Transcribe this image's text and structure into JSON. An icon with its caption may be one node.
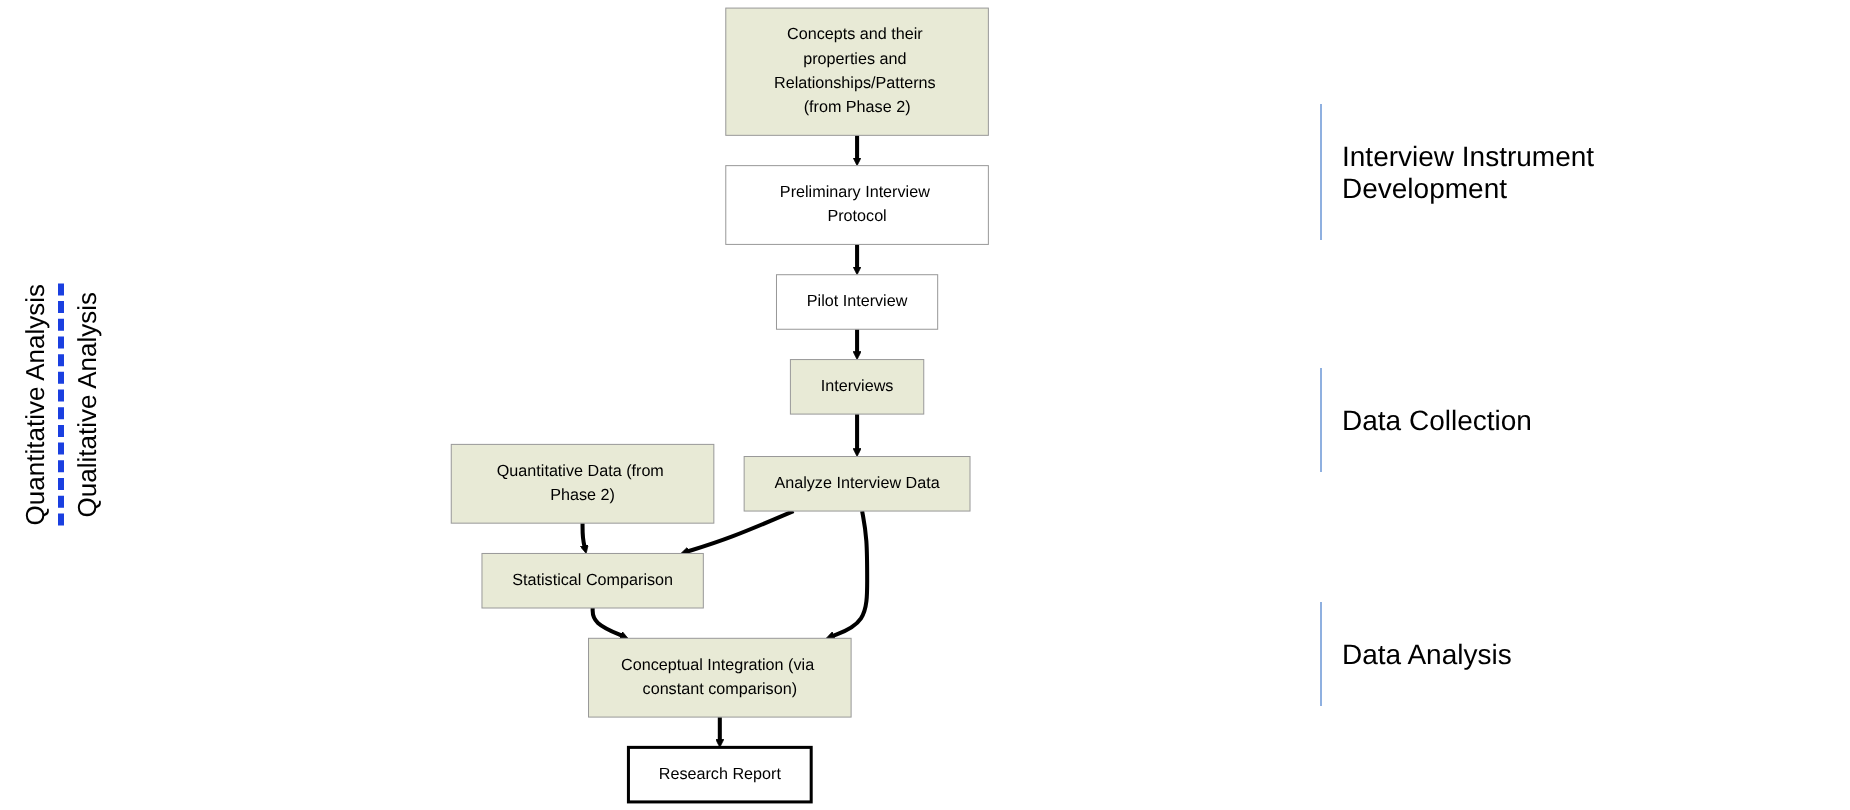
{
  "diagram": {
    "nodes": [
      {
        "text": [
          "Quantitative Data (from Phase 2)"
        ]
      },
      {
        "text": [
          "Concepts and their properties and Relationships/Patterns (from Phase 2)"
        ]
      },
      {
        "text": [
          "Preliminary Interview Protocol"
        ]
      },
      {
        "text": [
          "Pilot Interview"
        ]
      },
      {
        "text": [
          "Interviews"
        ]
      },
      {
        "text": [
          "Statistical Comparison"
        ]
      },
      {
        "text": [
          "Analyze Interview Data"
        ]
      },
      {
        "text": [
          "Conceptual Integration (via constant comparison)"
        ]
      },
      {
        "text": [
          "Research Report"
        ]
      }
    ],
    "edges": [
      {
        "from": 0,
        "to": 5,
        "arrow": "to"
      },
      {
        "from": 1,
        "to": 2,
        "arrow": "to"
      },
      {
        "from": 2,
        "to": 3,
        "arrow": "to"
      },
      {
        "from": 3,
        "to": 4,
        "arrow": "to"
      },
      {
        "from": 4,
        "to": 6,
        "arrow": "to"
      },
      {
        "from": 6,
        "to": 5,
        "arrow": "to"
      },
      {
        "from": 5,
        "to": 7,
        "arrow": "to"
      },
      {
        "from": 6,
        "to": 7,
        "arrow": "to"
      },
      {
        "from": 7,
        "to": 8,
        "arrow": "to"
      }
    ],
    "labels": [
      "Quantitative Analysis",
      "Qualitative Analysis",
      "Interview Instrument Development",
      "Data Collection",
      "Data Analysis"
    ]
  }
}
